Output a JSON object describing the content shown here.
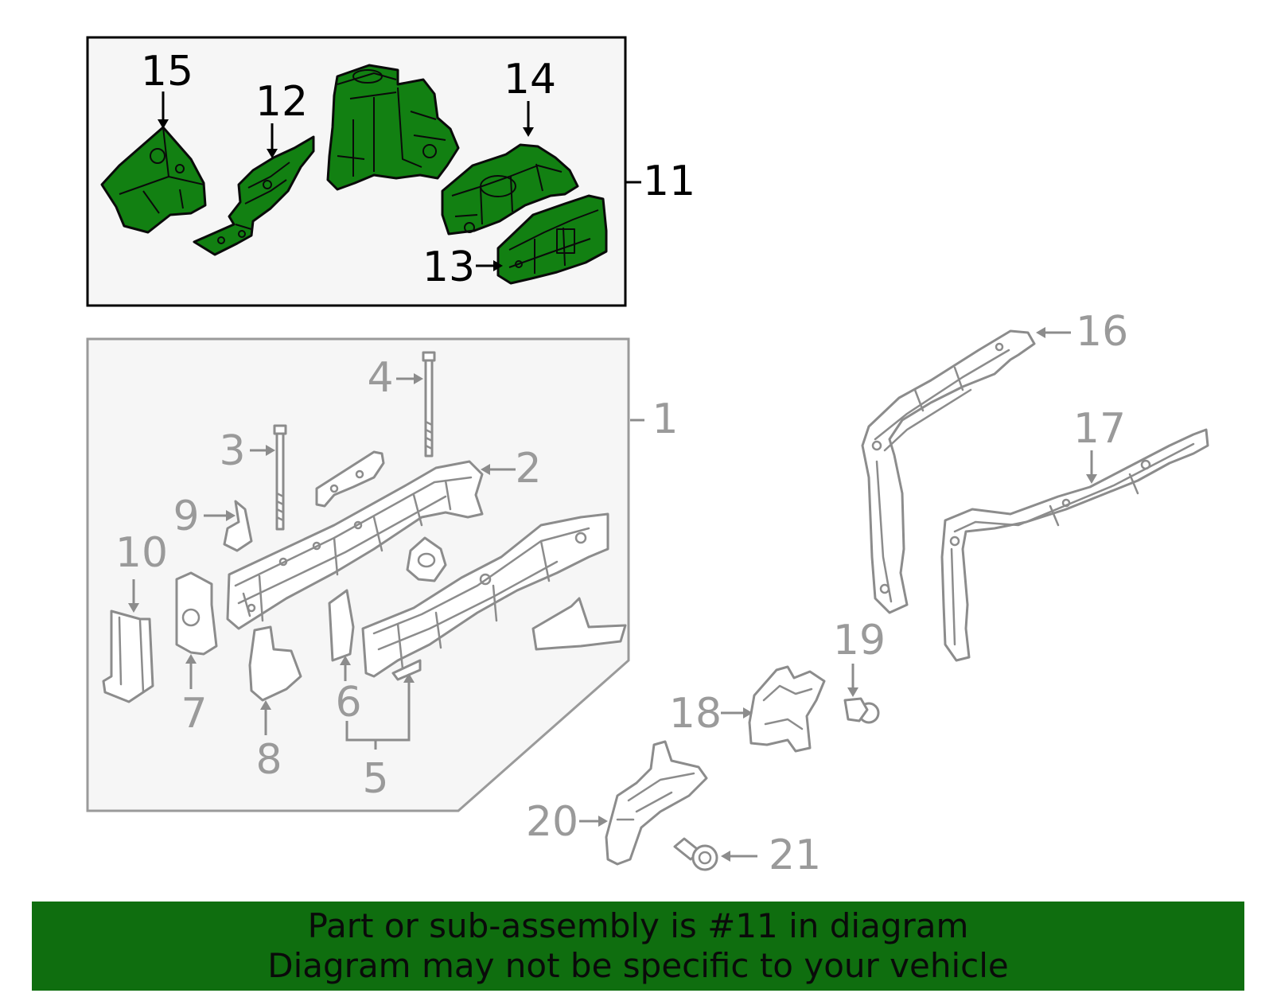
{
  "diagram": {
    "highlight_color": "#128012",
    "outline_gray": "#8c8c8c",
    "callouts_highlighted": [
      {
        "id": "c15",
        "label": "15"
      },
      {
        "id": "c12",
        "label": "12"
      },
      {
        "id": "c14",
        "label": "14"
      },
      {
        "id": "c13",
        "label": "13"
      },
      {
        "id": "c11",
        "label": "11"
      }
    ],
    "callouts_other": [
      {
        "id": "c1",
        "label": "1"
      },
      {
        "id": "c2",
        "label": "2"
      },
      {
        "id": "c3",
        "label": "3"
      },
      {
        "id": "c4",
        "label": "4"
      },
      {
        "id": "c5",
        "label": "5"
      },
      {
        "id": "c6",
        "label": "6"
      },
      {
        "id": "c7",
        "label": "7"
      },
      {
        "id": "c8",
        "label": "8"
      },
      {
        "id": "c9",
        "label": "9"
      },
      {
        "id": "c10",
        "label": "10"
      },
      {
        "id": "c16",
        "label": "16"
      },
      {
        "id": "c17",
        "label": "17"
      },
      {
        "id": "c18",
        "label": "18"
      },
      {
        "id": "c19",
        "label": "19"
      },
      {
        "id": "c20",
        "label": "20"
      },
      {
        "id": "c21",
        "label": "21"
      }
    ]
  },
  "banner": {
    "background": "#0f6e0f",
    "line1": "Part or sub-assembly is #11 in diagram",
    "line2": "Diagram may not be specific to your vehicle"
  }
}
